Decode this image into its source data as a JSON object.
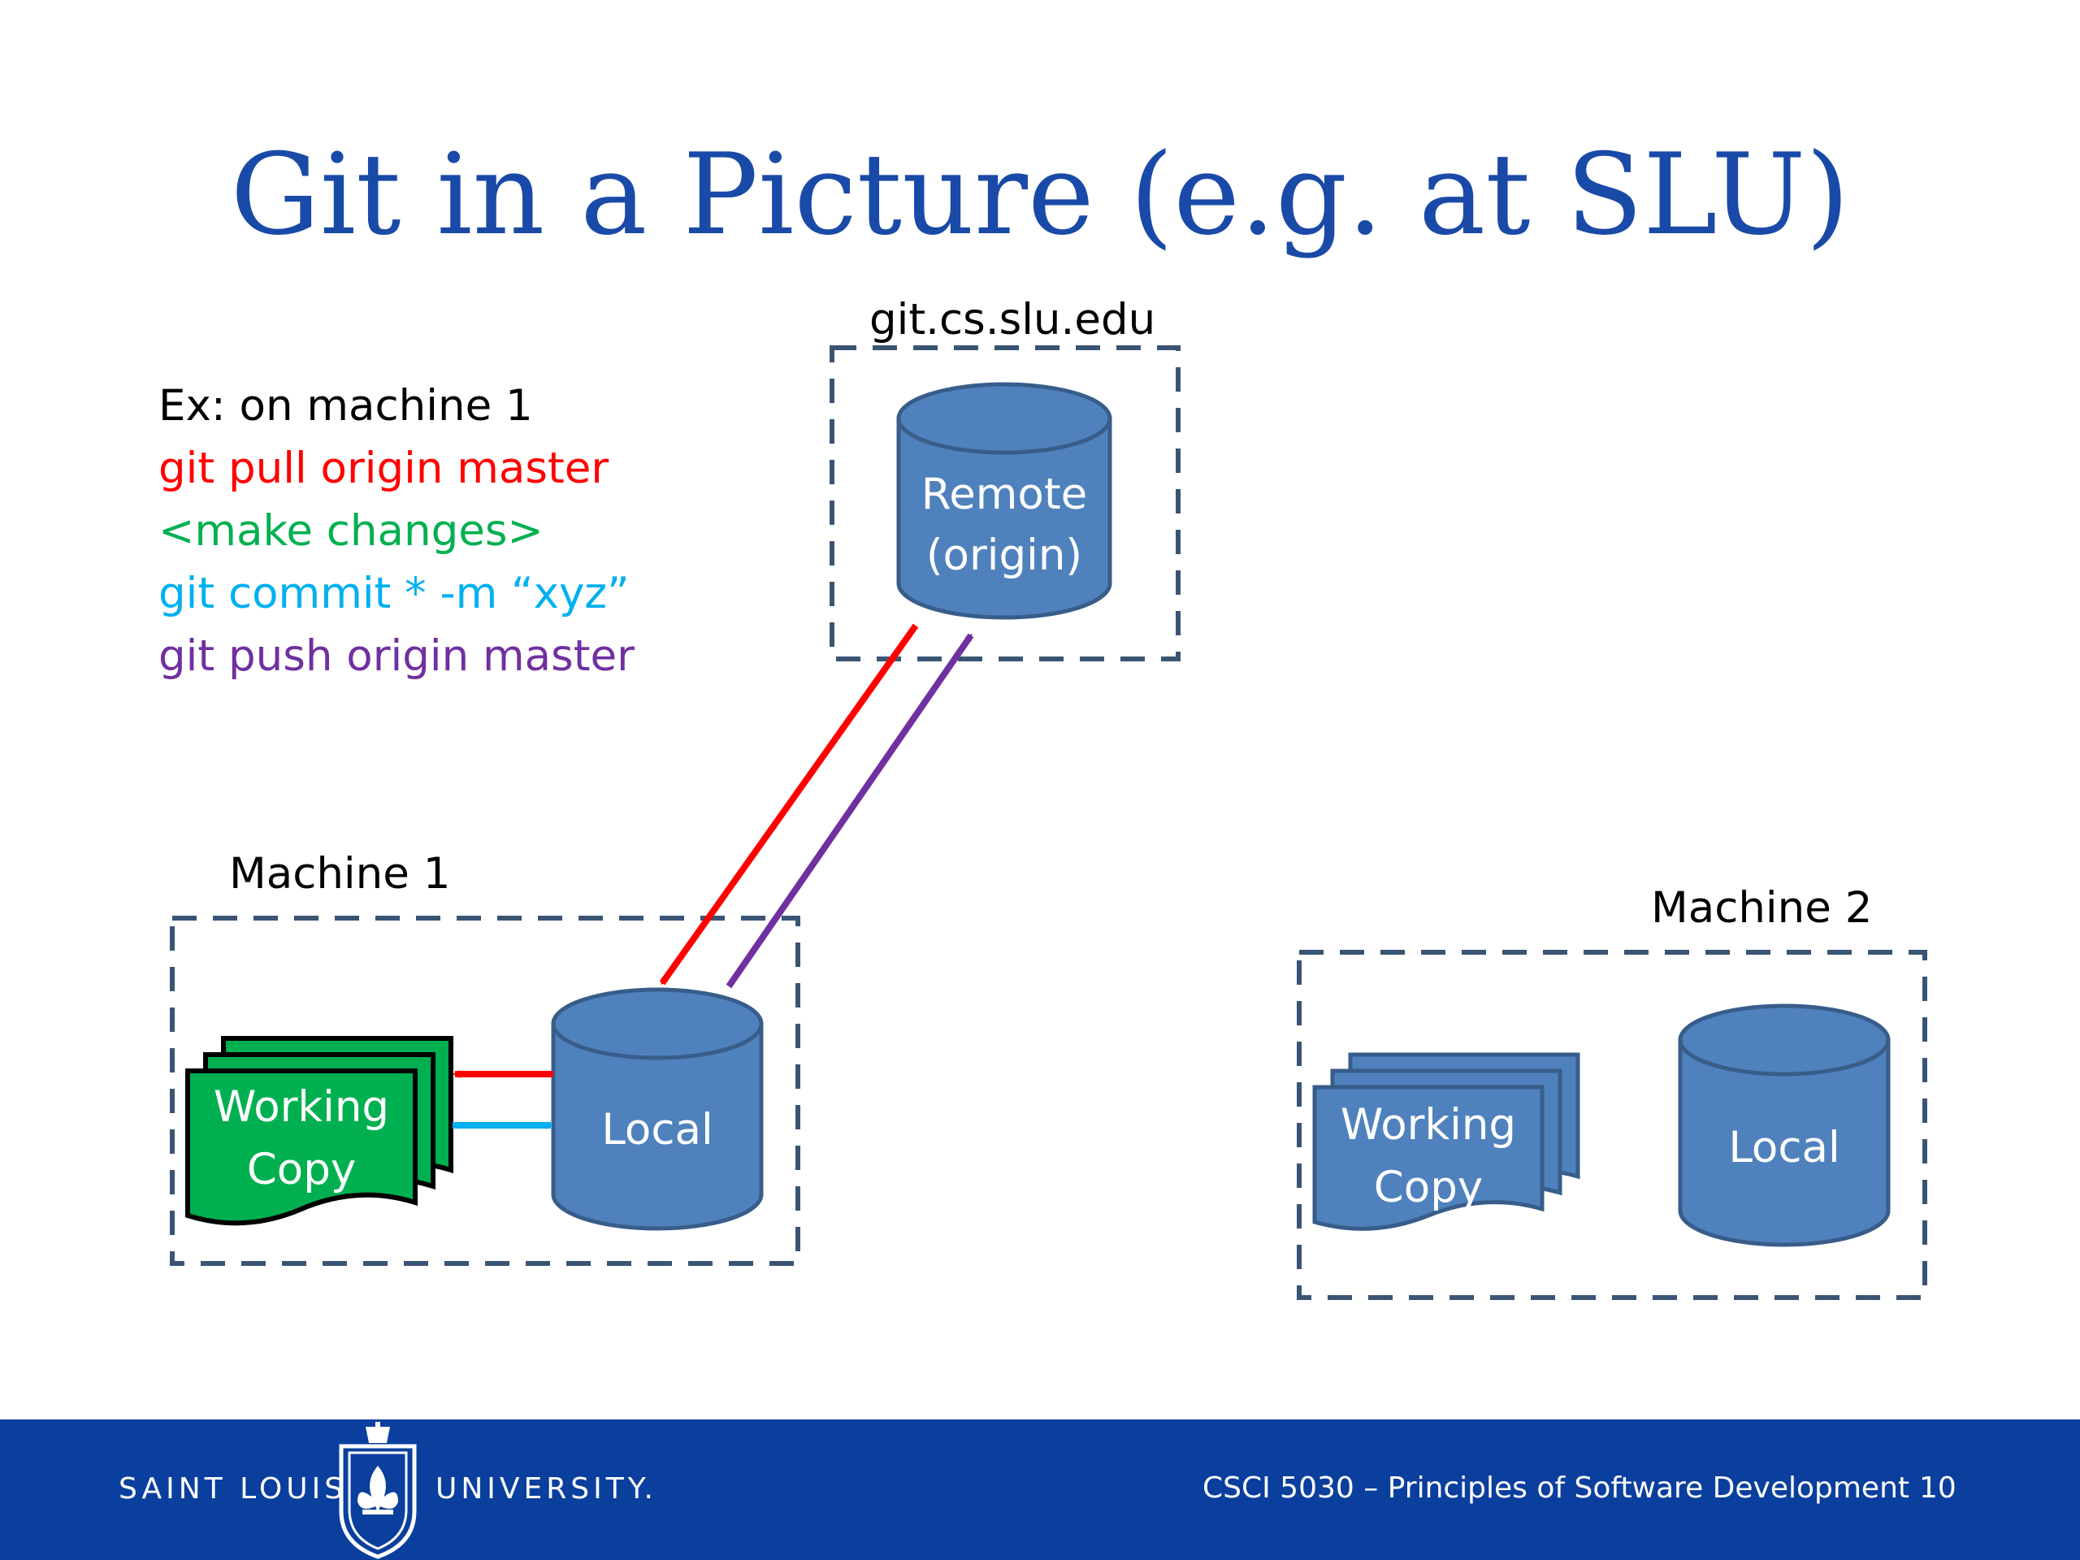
{
  "slide": {
    "title": "Git in a Picture (e.g. at SLU)",
    "page_number": "10"
  },
  "commands": {
    "heading": "Ex: on machine 1",
    "pull": "git pull origin master",
    "make_changes": "<make changes>",
    "commit": "git commit * -m “xyz”",
    "push": "git push origin master"
  },
  "server": {
    "hostname": "git.cs.slu.edu",
    "remote_line1": "Remote",
    "remote_line2": "(origin)"
  },
  "machine1": {
    "label": "Machine 1",
    "working_line1": "Working",
    "working_line2": "Copy",
    "local": "Local"
  },
  "machine2": {
    "label": "Machine 2",
    "working_line1": "Working",
    "working_line2": "Copy",
    "local": "Local"
  },
  "footer": {
    "university_left": "SAINT LOUIS",
    "university_right": "UNIVERSITY.",
    "course": "CSCI 5030 – Principles of Software Development"
  },
  "colors": {
    "title": "#1a4aa8",
    "pull": "#ff0000",
    "make_changes": "#00b050",
    "commit": "#00b0f0",
    "push": "#7030a0",
    "cylinder_fill": "#4f81bd",
    "cylinder_stroke": "#385d8a",
    "working_copy_green": "#00b050",
    "dashed_box": "#3a5574",
    "footer_bg": "#0b3f9e"
  }
}
